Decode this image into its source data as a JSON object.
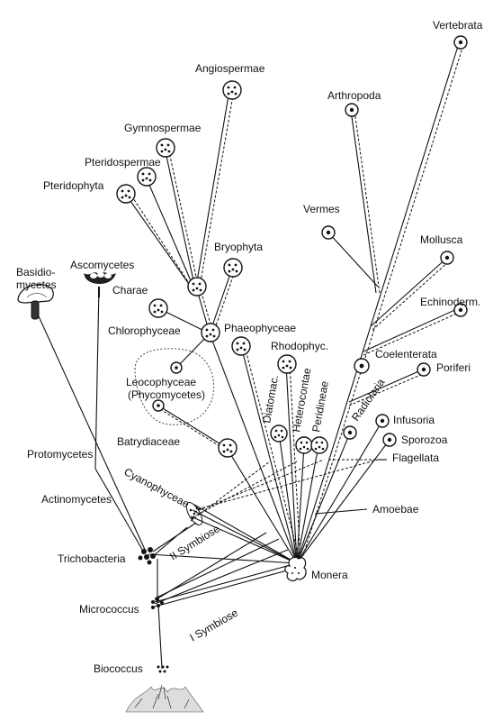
{
  "labels": {
    "vertebrata": "Vertebrata",
    "angiospermae": "Angiospermae",
    "arthropoda": "Arthropoda",
    "gymnospermae": "Gymnospermae",
    "pteridospermae": "Pteridospermae",
    "pteridophyta": "Pteridophyta",
    "vermes": "Vermes",
    "mollusca": "Mollusca",
    "bryophyta": "Bryophyta",
    "basidio": "Basidio-",
    "mycetes": "mycetes",
    "ascomycetes": "Ascomycetes",
    "charae": "Charae",
    "echinoderm": "Echinoderm.",
    "chlorophyceae": "Chlorophyceae",
    "phaeophyceae": "Phaeophyceae",
    "coelenterata": "Coelenterata",
    "rhodophyc": "Rhodophyc.",
    "poriferi": "Poriferi",
    "leocophyceae": "Leocophyceae",
    "phycomycetes": "(Phycomycetes)",
    "diatomac": "Diatomac.",
    "heterocontae": "Heterocontae",
    "peridineae": "Peridineae",
    "radiolaria": "Radiolaria",
    "infusoria": "Infusoria",
    "sporozoa": "Sporozoa",
    "batrydiaceae": "Batrydiaceae",
    "protomycetes": "Protomycetes",
    "cyanophyceae": "Cyanophyceae",
    "flagellata": "Flagellata",
    "actinomycetes": "Actinomycetes",
    "amoebae": "Amoebae",
    "ii_symbiose": "II Symbiose",
    "trichobacteria": "Trichobacteria",
    "monera": "Monera",
    "micrococcus": "Micrococcus",
    "i_symbiose": "I Symbiose",
    "biococcus": "Biococcus"
  }
}
